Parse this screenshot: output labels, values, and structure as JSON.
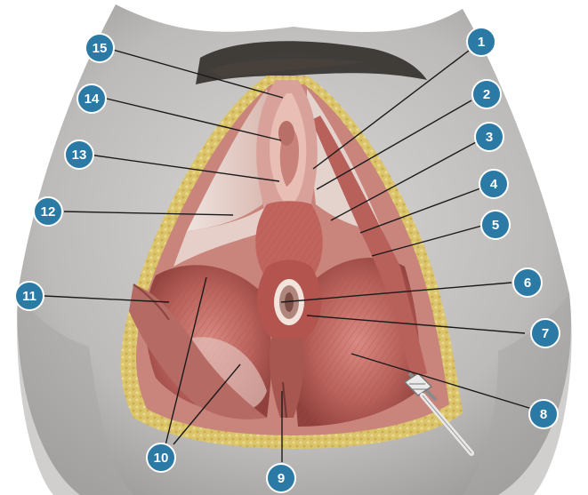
{
  "labels": [
    {
      "id": "1",
      "text": "1"
    },
    {
      "id": "2",
      "text": "2"
    },
    {
      "id": "3",
      "text": "3"
    },
    {
      "id": "4",
      "text": "4"
    },
    {
      "id": "5",
      "text": "5"
    },
    {
      "id": "6",
      "text": "6"
    },
    {
      "id": "7",
      "text": "7"
    },
    {
      "id": "8",
      "text": "8"
    },
    {
      "id": "9",
      "text": "9"
    },
    {
      "id": "10",
      "text": "10"
    },
    {
      "id": "11",
      "text": "11"
    },
    {
      "id": "12",
      "text": "12"
    },
    {
      "id": "13",
      "text": "13"
    },
    {
      "id": "14",
      "text": "14"
    },
    {
      "id": "15",
      "text": "15"
    }
  ],
  "colors": {
    "badge_fill": "#2b7aa6",
    "badge_stroke": "#ffffff",
    "leader_line": "#1a1a1a",
    "skin": "#b9b9b9",
    "skin_light": "#d6d4d2",
    "fat": "#d9c063",
    "muscle": "#b65a55",
    "muscle_light": "#d9948c",
    "fascia": "#e8d8d3",
    "background": "#ffffff"
  }
}
